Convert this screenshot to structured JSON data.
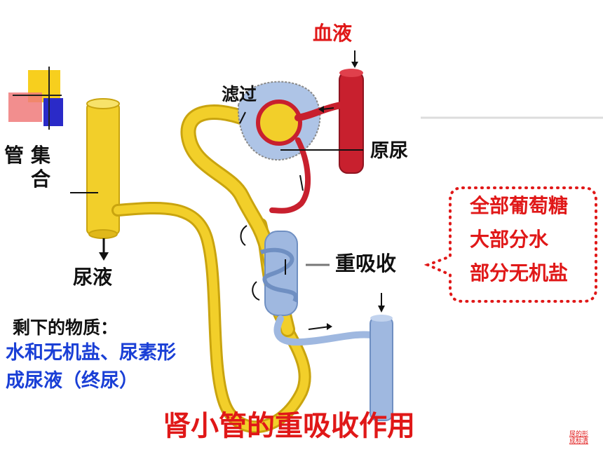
{
  "labels": {
    "blood": "血液",
    "filtration": "滤过",
    "primary_urine": "原尿",
    "collecting_duct_1": "管",
    "collecting_duct_2": "集",
    "collecting_duct_3": "合",
    "urine": "尿液",
    "reabsorption": "重吸收"
  },
  "callout": {
    "line1": "全部葡萄糖",
    "line2": "大部分水",
    "line3": "部分无机盐"
  },
  "remaining": {
    "heading": "剩下的物质：",
    "line1": "水和无机盐、尿素形",
    "line2": "成尿液（终尿）"
  },
  "title": "肾小管的重吸收作用",
  "corner_note": {
    "line1": "尿的形",
    "line2": "成标清"
  },
  "colors": {
    "red_text": "#e01818",
    "blue_text": "#1a3fd6",
    "tubule_yellow": "#f2cf2a",
    "vessel_red": "#c8202e",
    "vessel_blue": "#9fb8e0"
  }
}
